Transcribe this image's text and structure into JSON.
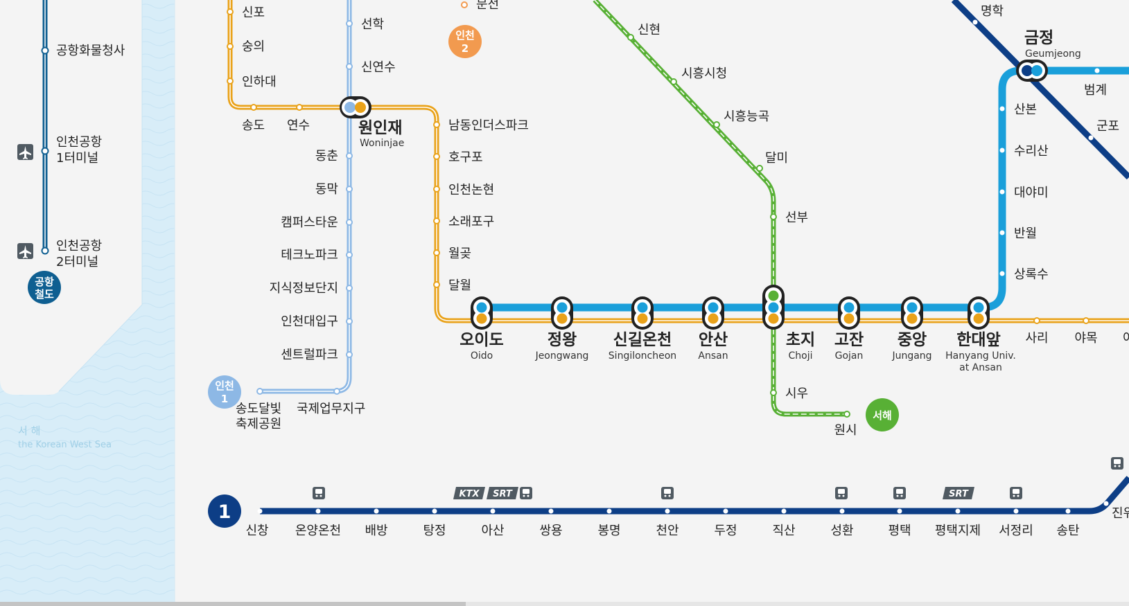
{
  "lines": {
    "airport_badge": "공항\n철도",
    "incheon1_badge": "인천\n1",
    "incheon2_badge": "인천\n2",
    "seohae_badge": "서해",
    "line1_badge": "1"
  },
  "sea": {
    "ko": "서 해",
    "en": "the Korean West Sea"
  },
  "airport_stations": [
    [
      "공항화물청사"
    ],
    [
      "인천공항",
      "1터미널"
    ],
    [
      "인천공항",
      "2터미널"
    ]
  ],
  "incheon1_stations": [
    "선학",
    "신연수",
    "동춘",
    "동막",
    "캠퍼스타운",
    "테크노파크",
    "지식정보단지",
    "인천대입구",
    "센트럴파크",
    "국제업무지구"
  ],
  "incheon1_terminal": [
    "송도달빛",
    "축제공원"
  ],
  "incheon2_stations": [
    "신포",
    "숭의",
    "인하대",
    "송도",
    "연수"
  ],
  "incheon2_partial": "문전",
  "suin_upper_stations": [
    "남동인더스파크",
    "호구포",
    "인천논현",
    "소래포구",
    "월곶",
    "달월"
  ],
  "seohae_stations": [
    "신현",
    "시흥시청",
    "시흥능곡",
    "달미",
    "선부",
    "시우",
    "원시"
  ],
  "line4_stations": [
    "산본",
    "수리산",
    "대야미",
    "반월",
    "상록수"
  ],
  "line4_right": [
    "범계",
    "군포"
  ],
  "line1_top": "명학",
  "geumjeong": {
    "ko": "금정",
    "en": "Geumjeong"
  },
  "woninjae": {
    "ko": "원인재",
    "en": "Woninjae"
  },
  "transfer_stations": [
    {
      "ko": "오이도",
      "en": "Oido"
    },
    {
      "ko": "정왕",
      "en": "Jeongwang"
    },
    {
      "ko": "신길온천",
      "en": "Singiloncheon"
    },
    {
      "ko": "안산",
      "en": "Ansan"
    },
    {
      "ko": "초지",
      "en": "Choji"
    },
    {
      "ko": "고잔",
      "en": "Gojan"
    },
    {
      "ko": "중앙",
      "en": "Jungang"
    },
    {
      "ko": "한대앞",
      "en": "Hanyang Univ.",
      "en2": "at Ansan"
    }
  ],
  "suin_east_stations": [
    "사리",
    "야목",
    "어"
  ],
  "line1_stations": [
    "신창",
    "온양온천",
    "배방",
    "탕정",
    "아산",
    "쌍용",
    "봉명",
    "천안",
    "두정",
    "직산",
    "성환",
    "평택",
    "평택지제",
    "서정리",
    "송탄",
    "진위"
  ],
  "rail_badges": {
    "ktx": "KTX",
    "srt": "SRT"
  },
  "colors": {
    "airport": "#0f5f91",
    "incheon1": "#8db8e5",
    "incheon2": "#f29a4f",
    "suin": "#e9a21a",
    "line4": "#1a9fda",
    "line1": "#0d3e86",
    "seohae": "#58b035",
    "sea": "#d8edf8"
  }
}
